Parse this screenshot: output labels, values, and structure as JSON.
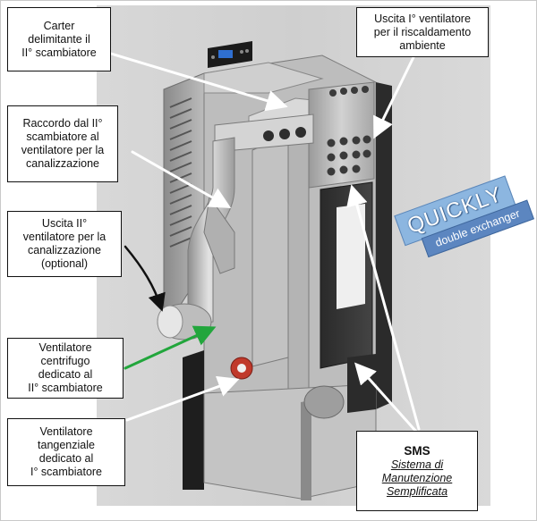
{
  "callouts": {
    "carter": [
      "Carter",
      "delimitante il",
      "II°  scambiatore"
    ],
    "raccordo": [
      "Raccordo dal II°",
      "scambiatore al",
      "ventilatore per la",
      "canalizzazione"
    ],
    "uscita2": [
      "Uscita II°",
      "ventilatore per la",
      "canalizzazione",
      "(optional)"
    ],
    "centrifugo": [
      "Ventilatore",
      "centrifugo",
      "dedicato al",
      "II° scambiatore"
    ],
    "tangenziale": [
      "Ventilatore",
      "tangenziale",
      "dedicato al",
      "I° scambiatore"
    ],
    "uscita1": [
      "Uscita I° ventilatore",
      "per il riscaldamento",
      "ambiente"
    ],
    "sms": {
      "title": "SMS",
      "subtitle": [
        "Sistema di",
        "Manutenzione",
        "Semplificata"
      ]
    }
  },
  "badge": {
    "main": "QUICKLY",
    "sub": "double exchanger"
  },
  "colors": {
    "arrow": "#ffffff",
    "arrow_dark": "#111111",
    "arrow_green": "#22a63c",
    "badge_light": "#8cb6e0",
    "badge_dark": "#5c86c0"
  }
}
